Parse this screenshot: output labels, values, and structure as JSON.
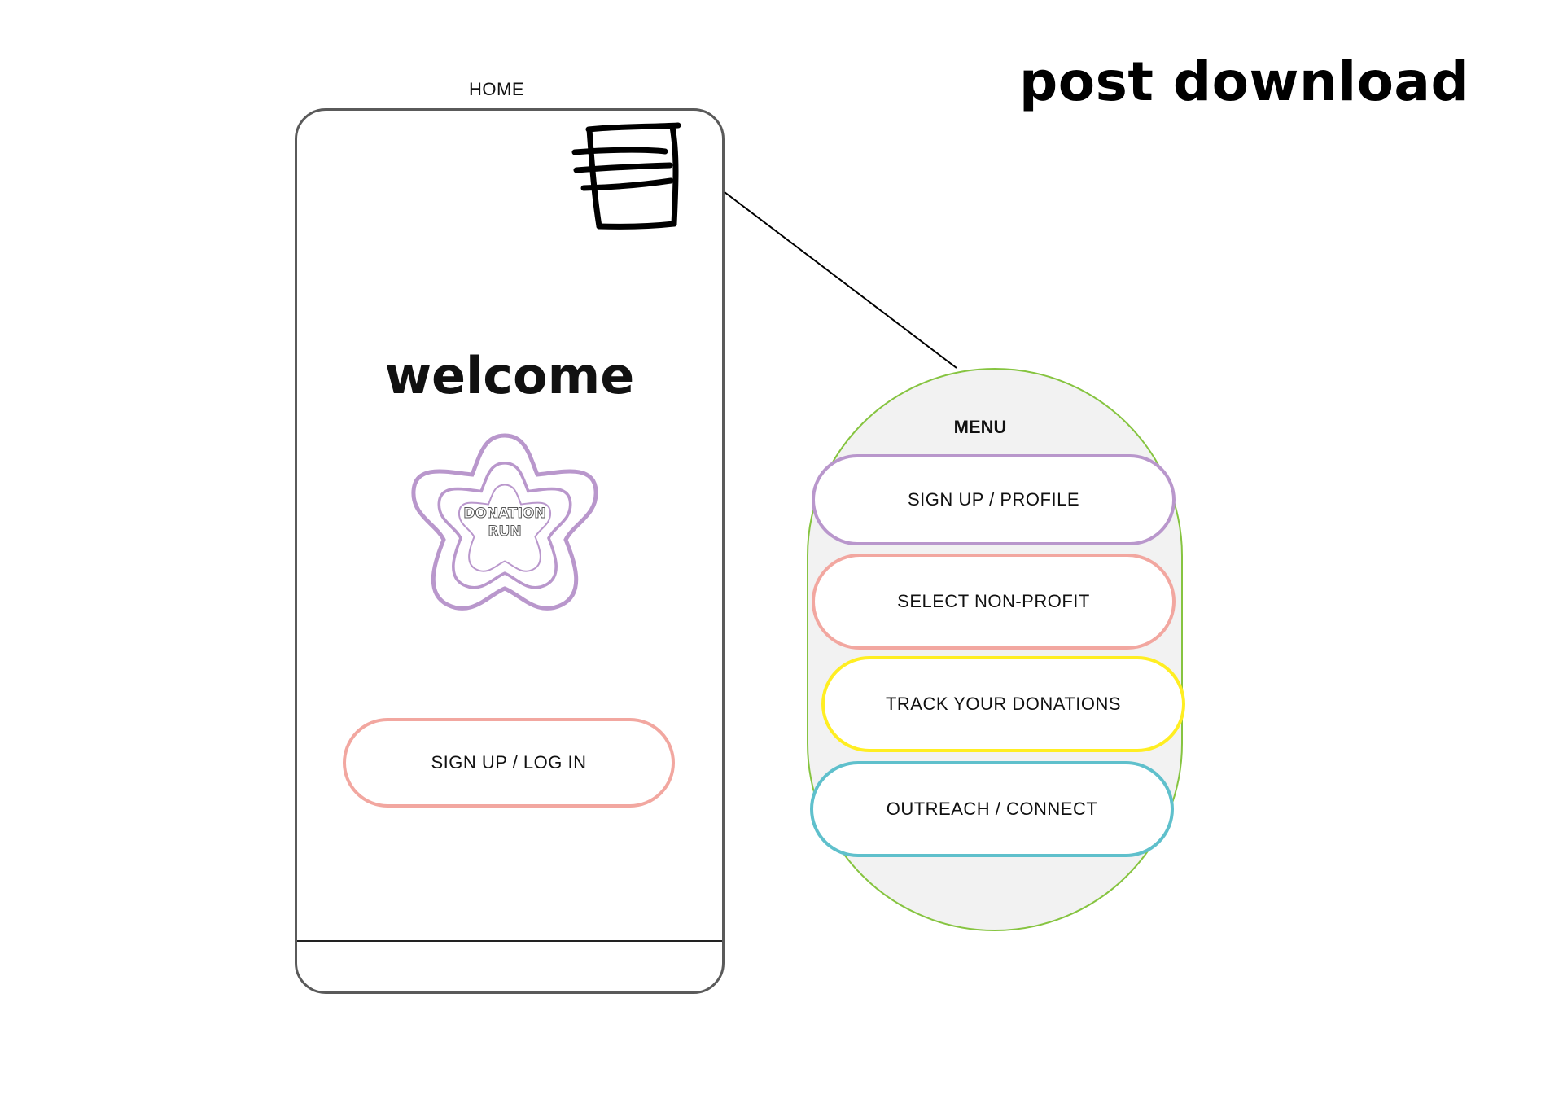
{
  "header": {
    "title": "post download"
  },
  "home_screen": {
    "label": "HOME",
    "welcome_text": "welcome",
    "logo": {
      "line1": "DONATION",
      "line2": "RUN",
      "color": "#b997cc"
    },
    "signup_button_label": "SIGN UP / LOG IN",
    "signup_button_color": "#f2a7a0",
    "menu_icon": "menu-icon"
  },
  "menu": {
    "title": "MENU",
    "border_color": "#86c440",
    "items": [
      {
        "label": "SIGN UP / PROFILE",
        "color": "#b997cc"
      },
      {
        "label": "SELECT NON-PROFIT",
        "color": "#f2a7a0"
      },
      {
        "label": "TRACK YOUR DONATIONS",
        "color": "#ffee22"
      },
      {
        "label": "OUTREACH / CONNECT",
        "color": "#5fc0cc"
      }
    ]
  }
}
